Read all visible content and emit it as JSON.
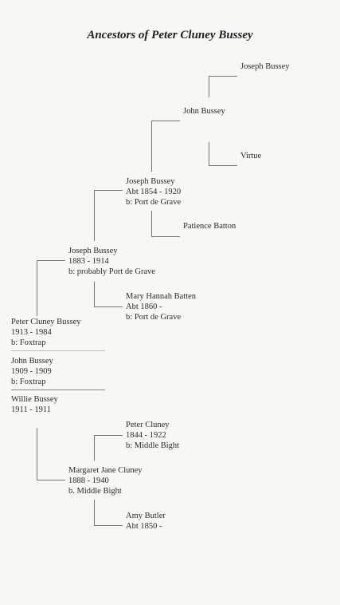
{
  "title": "Ancestors of Peter Cluney Bussey",
  "people": {
    "joseph_bussey_gen4": {
      "name": "Joseph Bussey"
    },
    "john_bussey_gen3": {
      "name": "John Bussey"
    },
    "virtue": {
      "name": "Virtue"
    },
    "joseph_bussey_gen2": {
      "name": "Joseph Bussey",
      "dates": "Abt 1854 - 1920",
      "birth": "b: Port de Grave"
    },
    "patience_batton": {
      "name": "Patience Batton"
    },
    "joseph_bussey_father": {
      "name": "Joseph Bussey",
      "dates": "1883 - 1914",
      "birth": "b: probably Port de Grave"
    },
    "mary_hannah_batten": {
      "name": "Mary Hannah Batten",
      "dates": "Abt 1860 -",
      "birth": "b: Port de Grave"
    },
    "peter_cluney_bussey": {
      "name": "Peter Cluney Bussey",
      "dates": "1913 - 1984",
      "birth": "b: Foxtrap"
    },
    "john_bussey_sibling": {
      "name": "John Bussey",
      "dates": "1909 - 1909",
      "birth": "b: Foxtrap"
    },
    "willie_bussey": {
      "name": "Willie Bussey",
      "dates": "1911 - 1911"
    },
    "peter_cluney": {
      "name": "Peter Cluney",
      "dates": "1844 - 1922",
      "birth": "b: Middle Bight"
    },
    "margaret_jane_cluney": {
      "name": "Margaret Jane Cluney",
      "dates": "1888 - 1940",
      "birth": "b. Middle Bight"
    },
    "amy_butler": {
      "name": "Amy Butler",
      "dates": "Abt 1850 -"
    }
  }
}
